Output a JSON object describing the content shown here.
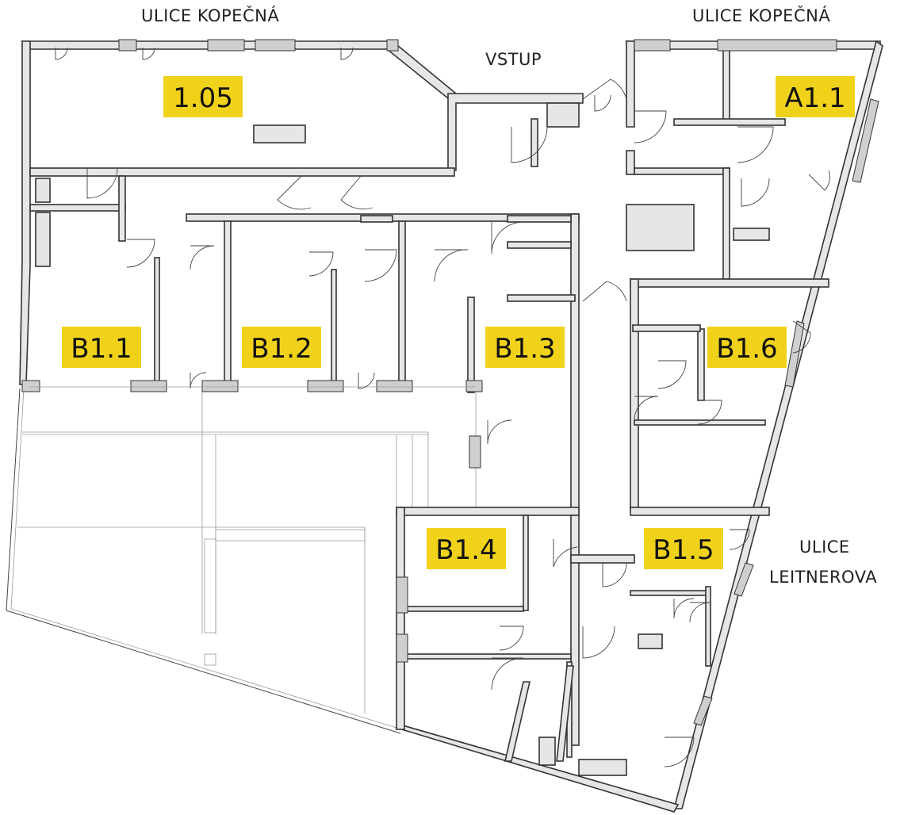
{
  "streets": {
    "kopecna_left": "ULICE KOPEČNÁ",
    "kopecna_right": "ULICE KOPEČNÁ",
    "entrance": "VSTUP",
    "leitnerova_line1": "ULICE",
    "leitnerova_line2": "LEITNEROVA"
  },
  "units": {
    "u105": "1.05",
    "a11": "A1.1",
    "b11": "B1.1",
    "b12": "B1.2",
    "b13": "B1.3",
    "b14": "B1.4",
    "b15": "B1.5",
    "b16": "B1.6"
  },
  "colors": {
    "label_highlight": "#f1d21a",
    "wall_fill": "#e6e6e6",
    "line": "#333333"
  }
}
